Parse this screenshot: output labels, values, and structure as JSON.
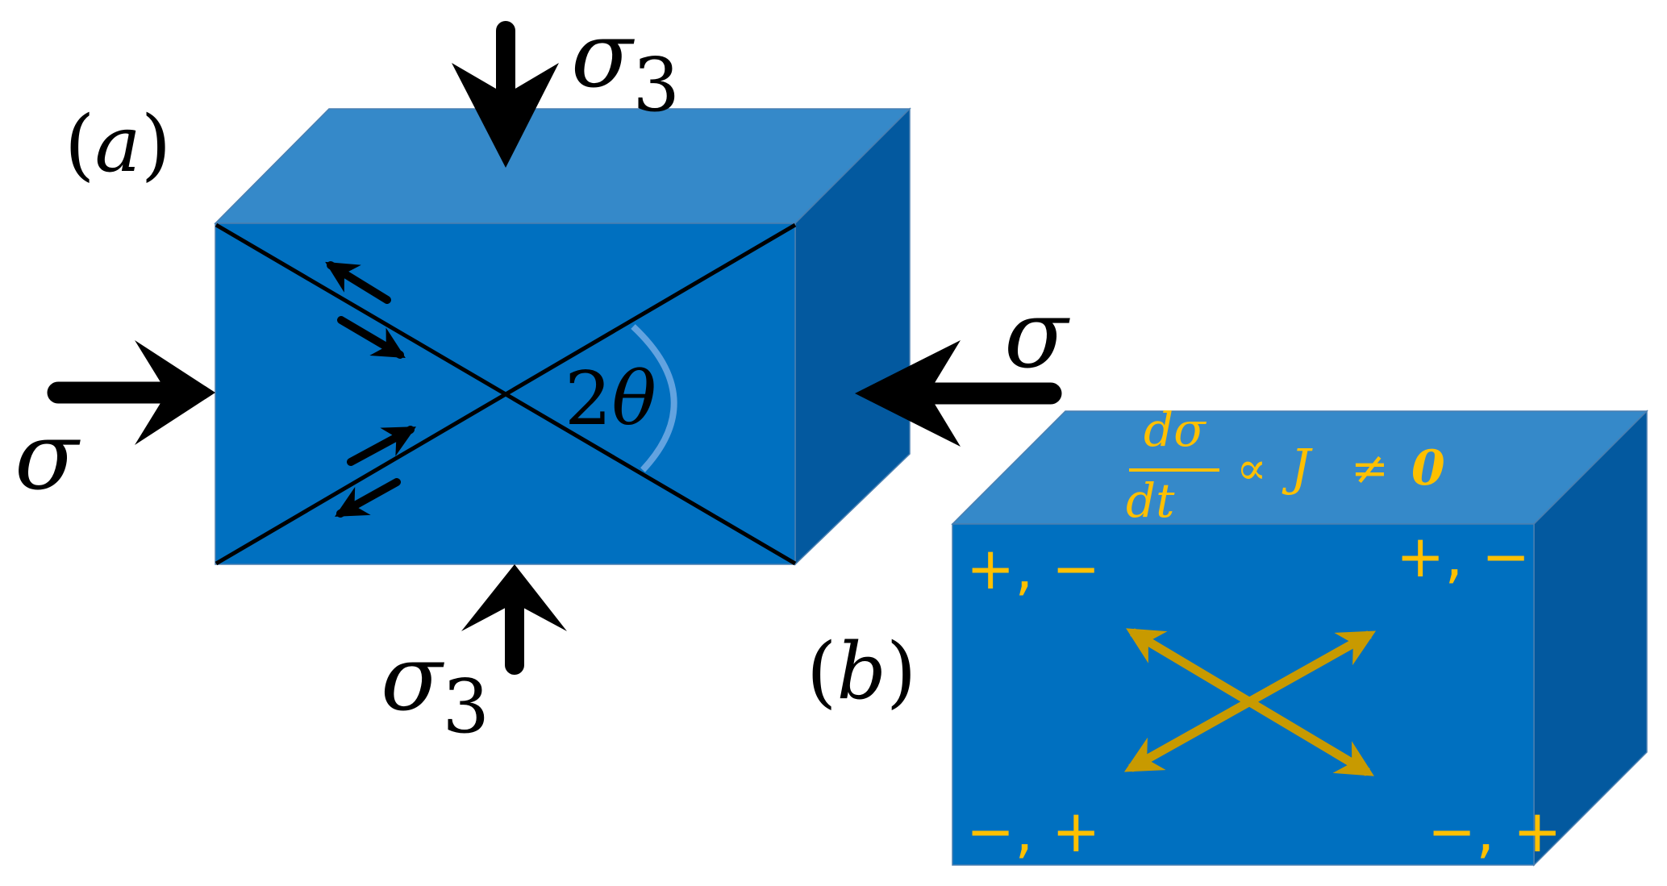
{
  "colors": {
    "front_face": "#0070C0",
    "top_face": "#3589C9",
    "side_face": "#03599F",
    "edge": "#4A7FB0",
    "black": "#000000",
    "arc": "#62A3E0",
    "gold_text": "#FFC000",
    "gold_arrow": "#C89A00"
  },
  "panel_a": {
    "label": {
      "open": "(",
      "letter": "a",
      "close": ")"
    },
    "top_load": {
      "symbol": "σ",
      "subscript": "3"
    },
    "bottom_load": {
      "symbol": "σ",
      "subscript": "3"
    },
    "left_load": {
      "symbol": "σ"
    },
    "right_load": {
      "symbol": "σ"
    },
    "angle_label": {
      "number": "2",
      "symbol": "θ"
    }
  },
  "panel_b": {
    "label": {
      "open": "(",
      "letter": "b",
      "close": ")"
    },
    "formula": {
      "numerator": "dσ",
      "denominator": "dt",
      "proportional": "∝",
      "current": "J",
      "not_equal": "≠",
      "zero": "0"
    },
    "corner_signs": {
      "top_left": "+, −",
      "top_right": "+, −",
      "bottom_left": "−, +",
      "bottom_right": "−, +"
    }
  }
}
